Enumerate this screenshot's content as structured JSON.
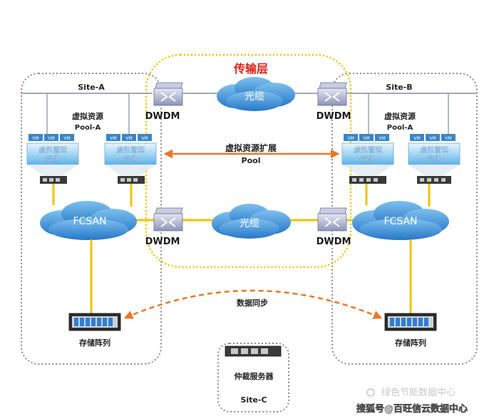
{
  "transport_layer": {
    "title": "传输层"
  },
  "site_a": {
    "label": "Site-A",
    "pool_line1": "虚拟资源",
    "pool_line2": "Pool-A"
  },
  "site_b": {
    "label": "Site-B",
    "pool_line1": "虚拟资源",
    "pool_line2": "Pool-A"
  },
  "site_c": {
    "label": "Site-C",
    "server_label": "仲裁服务器"
  },
  "vm_label": "VM",
  "vmgr_line1": "虚拟管理",
  "vmgr_line2": "软件",
  "dwdm_label": "DWDM",
  "cable_label": "光缆",
  "fcsan_label": "FCSAN",
  "storage_label": "存储阵列",
  "expansion": {
    "line1": "虚拟资源扩展",
    "line2": "Pool"
  },
  "data_sync_label": "数据同步",
  "watermark": {
    "line1": "绿色节能数据中心",
    "line2": "搜狐号@百旺信云数据中心"
  },
  "colors": {
    "yellow_link": "#f2c200",
    "orange_arrow": "#e8782a",
    "title_red": "#e0201a",
    "cloud_blue": "#2f8fd8",
    "box_gray": "#8c8c8c"
  }
}
